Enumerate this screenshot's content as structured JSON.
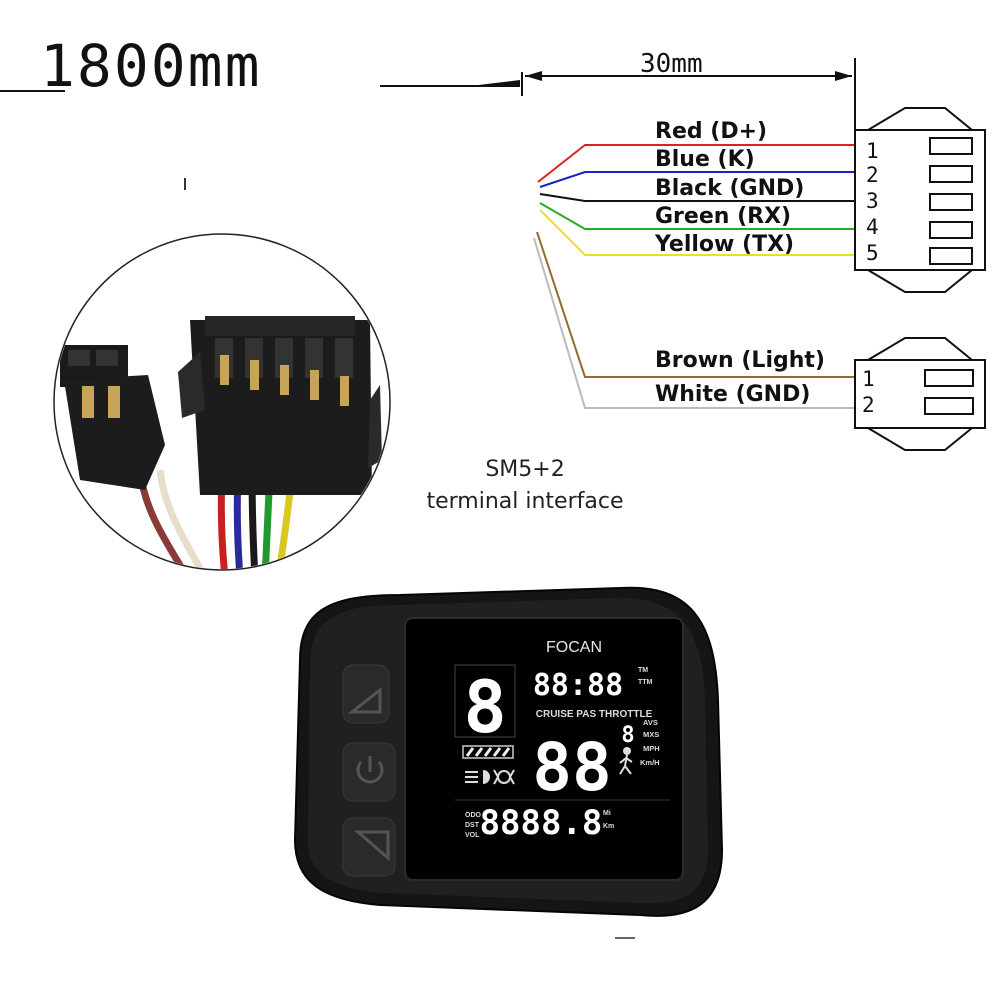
{
  "dimensions": {
    "cable_length": "1800mm",
    "lead_length": "30mm"
  },
  "connector_5pin": {
    "pins": [
      {
        "number": "1",
        "label": "Red (D+)",
        "color": "#e02020"
      },
      {
        "number": "2",
        "label": "Blue (K)",
        "color": "#2020c8"
      },
      {
        "number": "3",
        "label": "Black (GND)",
        "color": "#111111"
      },
      {
        "number": "4",
        "label": "Green (RX)",
        "color": "#22b022"
      },
      {
        "number": "5",
        "label": "Yellow (TX)",
        "color": "#e8e020"
      }
    ]
  },
  "connector_2pin": {
    "pins": [
      {
        "number": "1",
        "label": "Brown (Light)",
        "color": "#9a6a2a"
      },
      {
        "number": "2",
        "label": "White (GND)",
        "color": "#bbbbbb"
      }
    ]
  },
  "caption": {
    "line1": "SM5+2",
    "line2": "terminal interface"
  },
  "display": {
    "brand": "FOCAN",
    "clock": "88:88",
    "clock_units": [
      "TM",
      "TTM"
    ],
    "modes": "CRUISE PAS THROTTLE",
    "level_digit": "8",
    "speed": "88",
    "speed_small_digit": "8",
    "speed_units": [
      "AVS",
      "MXS",
      "MPH",
      "Km/H"
    ],
    "odo_labels": [
      "ODO",
      "DST",
      "VOL"
    ],
    "odometer": "8888.8",
    "odo_units": [
      "Mi",
      "Km"
    ],
    "buttons": [
      "up-arrow-icon",
      "power-icon",
      "down-arrow-icon"
    ]
  }
}
